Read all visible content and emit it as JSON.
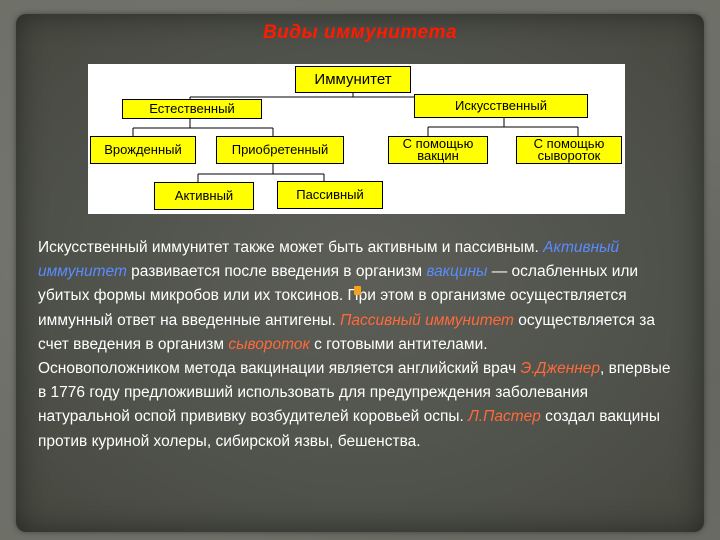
{
  "title": "Виды иммунитета",
  "diagram": {
    "root": "Иммунитет",
    "natural": "Естественный",
    "artificial": "Искусственный",
    "innate": "Врожденный",
    "acquired": "Приобретенный",
    "vaccine_line1": "С помощью",
    "vaccine_line2": "вакцин",
    "serum_line1": "С помощью",
    "serum_line2": "сывороток",
    "active": "Активный",
    "passive": "Пассивный"
  },
  "paragraph": {
    "s1": "Искусственный иммунитет также может быть активным и пассивным. ",
    "s1_active": "Активный иммунитет",
    "s2": " развивается после введения в организм ",
    "s2_vaccines": "вакцины",
    "s3": " — ослабленных или убитых формы микробов или их токсинов. При этом в организме осуществляется иммунный ответ на введенные антигены. ",
    "s3_passive": "Пассивный иммунитет",
    "s4": " осуществляется за счет введения в организм ",
    "s4_serums": "сывороток",
    "s5": " с готовыми антителами.",
    "p2_a": "Основоположником метода вакцинации является английский врач ",
    "p2_jenner": "Э.Дженнер",
    "p2_b": ", впервые в 1776 году предложивший использовать для предупреждения заболевания натуральной оспой прививку возбудителей коровьей оспы. ",
    "p2_pasteur": "Л.Пастер",
    "p2_c": " создал вакцины против куриной холеры, сибирской язвы, бешенства."
  },
  "colors": {
    "title": "#ff1a00",
    "node_fill": "#ffff00",
    "highlight_blue": "#5a8cff",
    "highlight_orange": "#ff6a3a"
  }
}
